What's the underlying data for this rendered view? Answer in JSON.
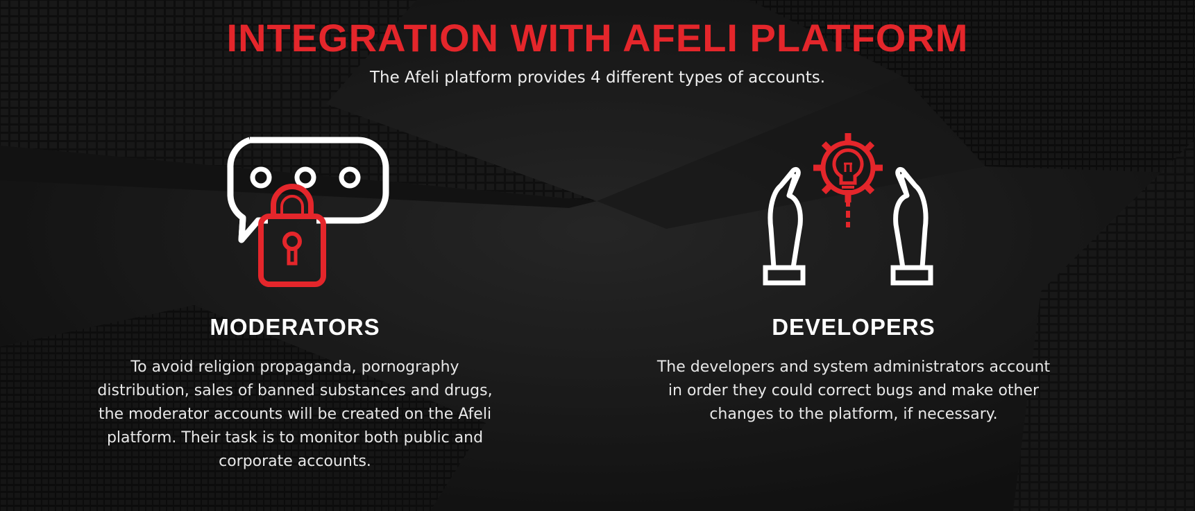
{
  "header": {
    "title": "INTEGRATION WITH AFELI PLATFORM",
    "subtitle": "The Afeli platform provides 4 different types of accounts."
  },
  "accounts": [
    {
      "icon": "chat-lock-icon",
      "title": "MODERATORS",
      "description": "To avoid religion propaganda, pornography distribution, sales of banned substances and drugs, the moderator accounts will be created on the Afeli platform. Their task   is to monitor both public and corporate accounts."
    },
    {
      "icon": "hands-lightbulb-gear-icon",
      "title": "DEVELOPERS",
      "description": "The developers and system administrators account in order they could correct bugs and make other changes to the platform, if necessary."
    }
  ],
  "colors": {
    "accent": "#e4262b",
    "text": "#ffffff",
    "background": "#141414"
  }
}
